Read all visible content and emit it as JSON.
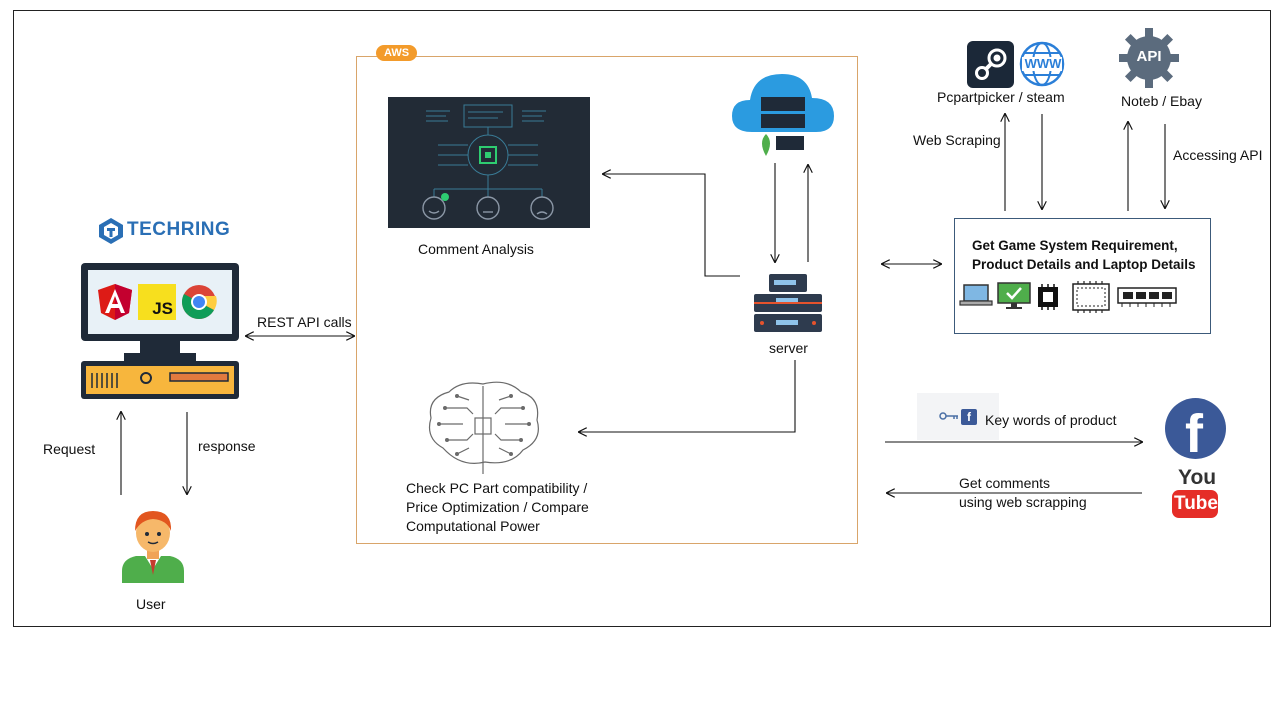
{
  "brand": {
    "name": "TECHRING"
  },
  "aws": {
    "tag": "AWS"
  },
  "nodes": {
    "comment_analysis": "Comment Analysis",
    "server": "server",
    "check_lines": [
      "Check PC Part compatibility /",
      "Price Optimization / Compare",
      "Computational Power"
    ],
    "rest": "REST API calls",
    "request": "Request",
    "response": "response",
    "user": "User",
    "pcpartpicker": "Pcpartpicker / steam",
    "noteb": "Noteb / Ebay",
    "web_scraping": "Web Scraping",
    "accessing_api": "Accessing API",
    "req_lines": [
      "Get Game System Requirement,",
      "Product Details and Laptop Details"
    ],
    "keywords": "Key words of product",
    "comments_lines": [
      "Get comments",
      "using web scrapping"
    ],
    "api_badge": "API",
    "www_badge": "WWW",
    "js_badge": "JS",
    "youtube_you": "You",
    "youtube_tube": "Tube",
    "facebook_f": "f"
  },
  "icons": [
    "techring-logo-icon",
    "desktop-computer-icon",
    "angular-icon",
    "javascript-icon",
    "chrome-icon",
    "user-avatar-icon",
    "ai-face-analysis-icon",
    "mongodb-cloud-icon",
    "server-stack-icon",
    "brain-circuit-icon",
    "steam-icon",
    "www-globe-icon",
    "api-gear-icon",
    "laptop-icon",
    "monitor-icon",
    "cpu-icon",
    "motherboard-icon",
    "ram-icon",
    "key-icon",
    "facebook-icon",
    "youtube-icon"
  ],
  "colors": {
    "aws_orange": "#f39b2b",
    "brand_blue": "#2a6fb5",
    "facebook_blue": "#3b5998",
    "youtube_red": "#e52d27"
  }
}
